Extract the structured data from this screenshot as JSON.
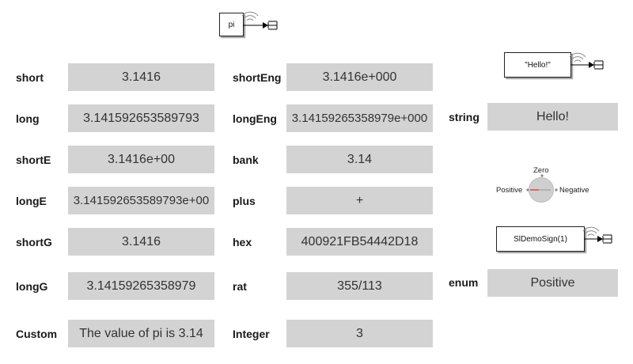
{
  "pi_block": {
    "label": "pi"
  },
  "rows_col1": [
    {
      "label": "short",
      "value": "3.1416"
    },
    {
      "label": "long",
      "value": "3.141592653589793"
    },
    {
      "label": "shortE",
      "value": "3.1416e+00"
    },
    {
      "label": "longE",
      "value": "3.141592653589793e+00"
    },
    {
      "label": "shortG",
      "value": "3.1416"
    },
    {
      "label": "longG",
      "value": "3.14159265358979"
    },
    {
      "label": "Custom",
      "value": "The value of pi is 3.14"
    }
  ],
  "rows_col2": [
    {
      "label": "shortEng",
      "value": "3.1416e+000"
    },
    {
      "label": "longEng",
      "value": "3.14159265358979e+000"
    },
    {
      "label": "bank",
      "value": "3.14"
    },
    {
      "label": "plus",
      "value": "+"
    },
    {
      "label": "hex",
      "value": "400921FB54442D18"
    },
    {
      "label": "rat",
      "value": "355/113"
    },
    {
      "label": "Integer",
      "value": "3"
    }
  ],
  "string_block": {
    "label": "\"Hello!\""
  },
  "string_display": {
    "label": "string",
    "value": "Hello!"
  },
  "knob": {
    "top_label": "Zero",
    "left_label": "Positive",
    "right_label": "Negative"
  },
  "enum_block": {
    "label": "SlDemoSign(1)"
  },
  "enum_display": {
    "label": "enum",
    "value": "Positive"
  },
  "icons": {
    "signal": "wireless-signal-icon",
    "terminator": "terminator-icon",
    "arrow": "arrow-right-icon"
  },
  "colors": {
    "display_bg": "#d3d3d3",
    "block_border": "#222222",
    "knob_indicator": "#d9534f"
  }
}
